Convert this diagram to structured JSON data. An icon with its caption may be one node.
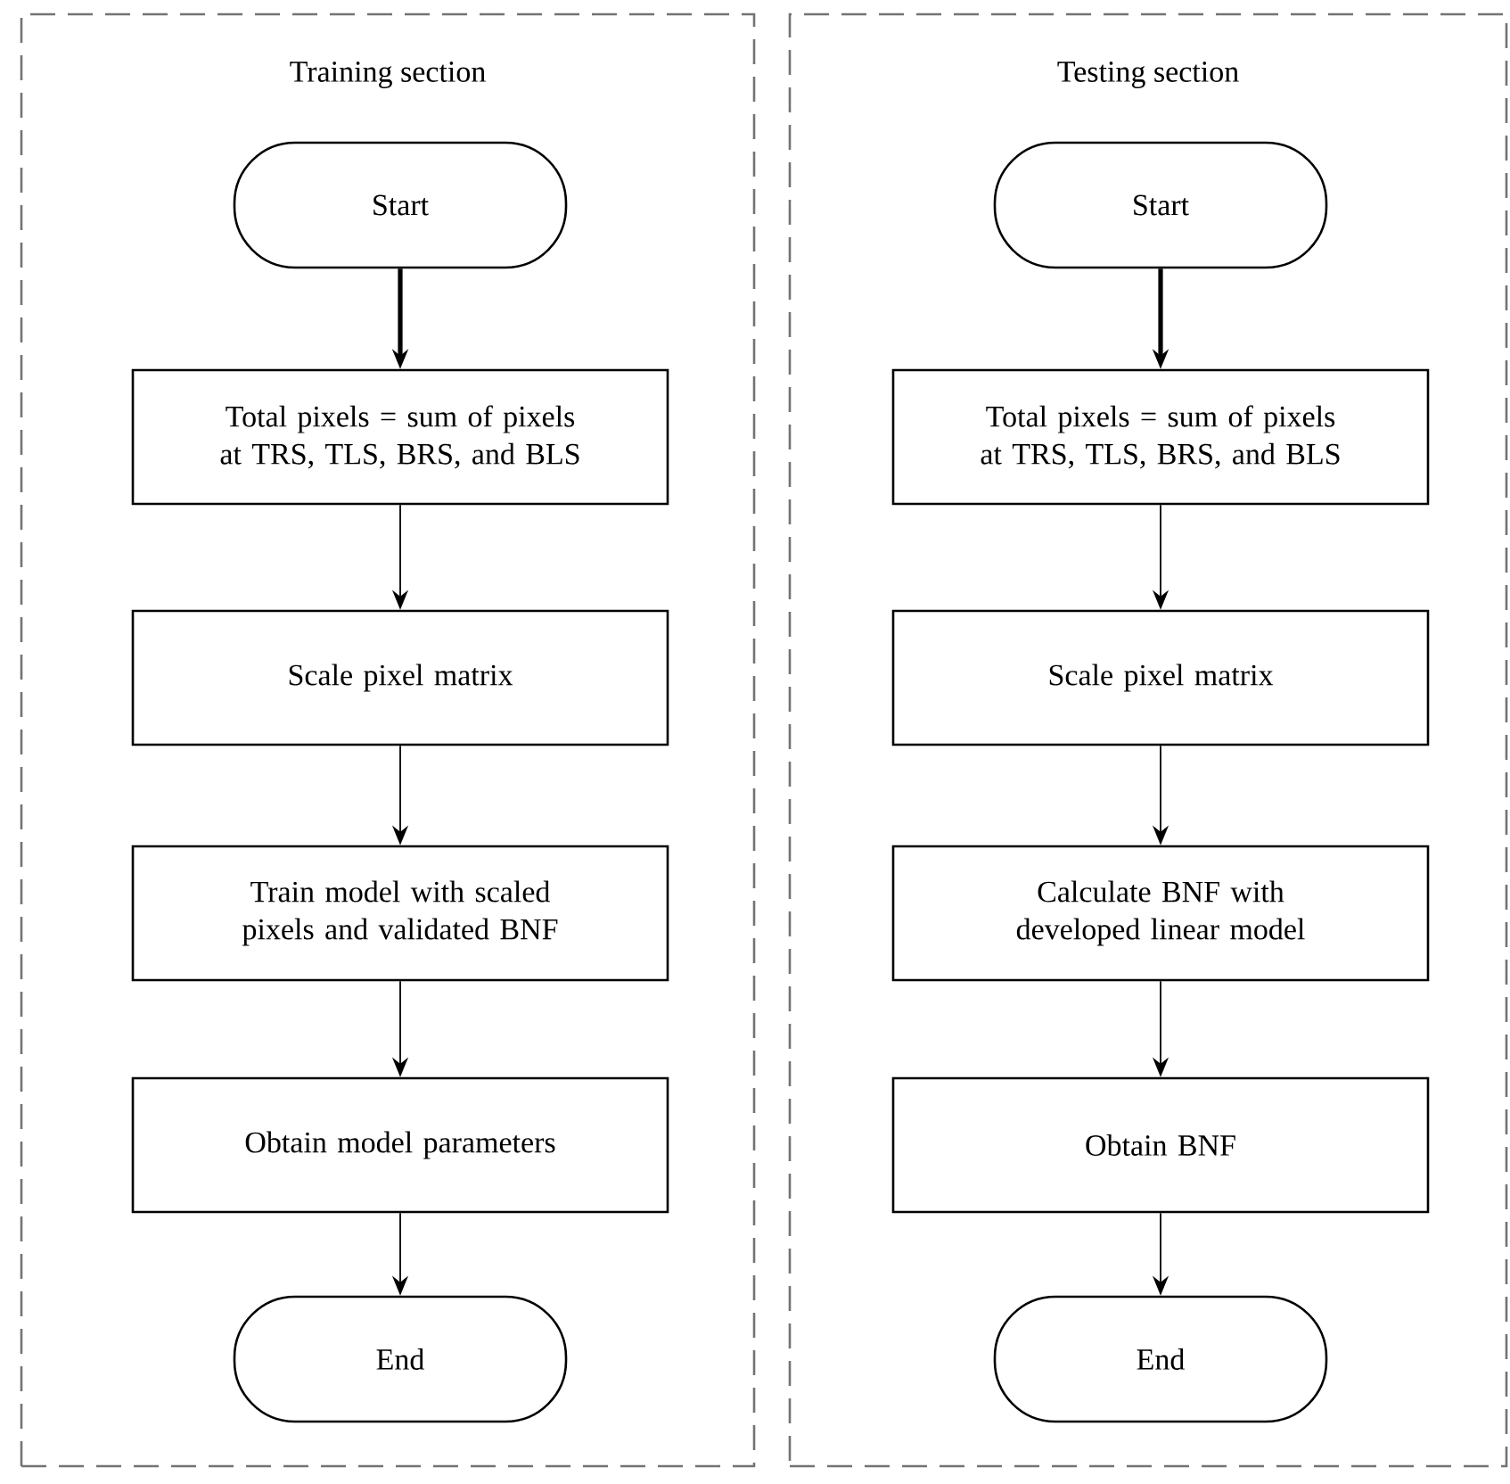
{
  "diagram": {
    "nodes": [
      {
        "text": [
          "Training section"
        ]
      },
      {
        "text": [
          "Start"
        ],
        "in": 0
      },
      {
        "text": [
          "Total pixels = sum of pixels at TRS, TLS, BRS, and BLS"
        ],
        "in": 0
      },
      {
        "text": [
          "Scale pixel matrix"
        ],
        "in": 0
      },
      {
        "text": [
          "Train model with scaled pixels and validated BNF"
        ],
        "in": 0
      },
      {
        "text": [
          "Obtain model parameters"
        ],
        "in": 0
      },
      {
        "text": [
          "End"
        ],
        "in": 0
      },
      {
        "text": [
          "Testing section"
        ]
      },
      {
        "text": [
          "Start"
        ],
        "in": 7
      },
      {
        "text": [
          "Total pixels = sum of pixels at TRS, TLS, BRS, and BLS"
        ],
        "in": 7
      },
      {
        "text": [
          "Scale pixel matrix"
        ],
        "in": 7
      },
      {
        "text": [
          "Calculate BNF with developed linear model"
        ],
        "in": 7
      },
      {
        "text": [
          "Obtain BNF"
        ],
        "in": 7
      },
      {
        "text": [
          "End"
        ],
        "in": 7
      }
    ],
    "edges": [
      {
        "from": 1,
        "to": 2,
        "arrow": "to",
        "style": "thick"
      },
      {
        "from": 2,
        "to": 3,
        "arrow": "to"
      },
      {
        "from": 3,
        "to": 4,
        "arrow": "to"
      },
      {
        "from": 4,
        "to": 5,
        "arrow": "to"
      },
      {
        "from": 5,
        "to": 6,
        "arrow": "to"
      },
      {
        "from": 8,
        "to": 9,
        "arrow": "to",
        "style": "thick"
      },
      {
        "from": 9,
        "to": 10,
        "arrow": "to"
      },
      {
        "from": 10,
        "to": 11,
        "arrow": "to"
      },
      {
        "from": 11,
        "to": 12,
        "arrow": "to"
      },
      {
        "from": 12,
        "to": 13,
        "arrow": "to"
      }
    ]
  }
}
